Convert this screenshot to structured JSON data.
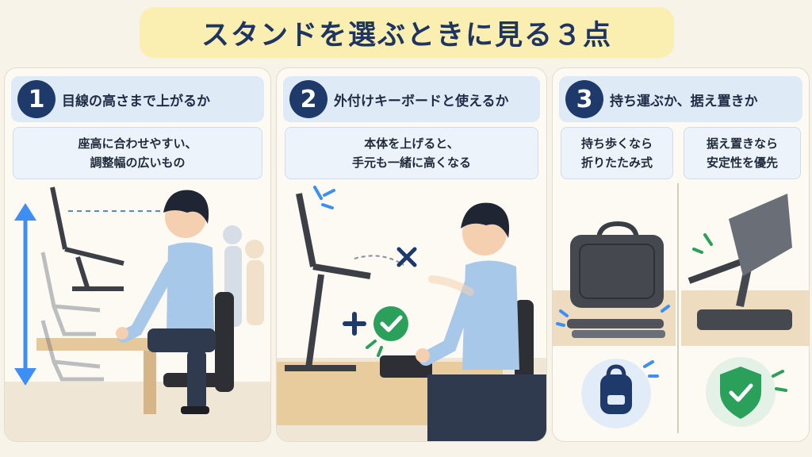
{
  "title": "スタンドを選ぶときに見る３点",
  "points": [
    {
      "number": "1",
      "heading": "目線の高さまで上がるか",
      "detail": [
        "座高に合わせやすい、",
        "調整幅の広いもの"
      ]
    },
    {
      "number": "2",
      "heading": "外付けキーボードと使えるか",
      "detail": [
        "本体を上げると、",
        "手元も一緒に高くなる"
      ]
    },
    {
      "number": "3",
      "heading": "持ち運ぶか、据え置きか",
      "options": [
        {
          "label": [
            "持ち歩くなら",
            "折りたたみ式"
          ]
        },
        {
          "label": [
            "据え置きなら",
            "安定性を優先"
          ]
        }
      ]
    }
  ],
  "icons": [
    "height-arrow-icon",
    "cross-icon",
    "plus-icon",
    "check-icon",
    "backpack-icon",
    "shield-check-icon"
  ],
  "colors": {
    "navy": "#1e3a6b",
    "accent_blue": "#3d8ff5",
    "green": "#2aa05a",
    "title_bg": "#fbeeb1"
  }
}
